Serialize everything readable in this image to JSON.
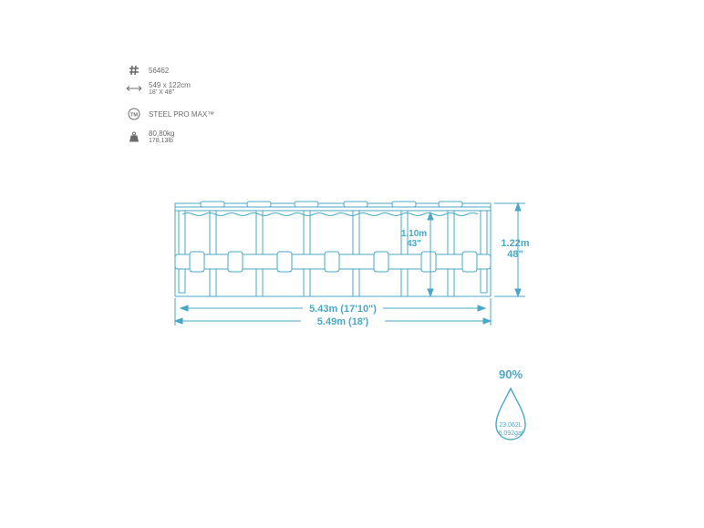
{
  "specs": {
    "model_number": "56462",
    "size_metric": "549 x 122cm",
    "size_imperial": "18' X 48''",
    "product_line": "STEEL PRO MAX™",
    "weight_metric": "80,80kg",
    "weight_imperial": "178,13lb",
    "icons": {
      "model": "hash-icon",
      "size": "double-arrow-icon",
      "brand": "trademark-icon",
      "weight": "weight-icon"
    },
    "trademark_icon_text": "TM"
  },
  "diagram": {
    "inner_height_m": "1.10m",
    "inner_height_in": "43\"",
    "outer_height_m": "1.22m",
    "outer_height_in": "48\"",
    "inner_width": "5.43m (17'10\")",
    "outer_width": "5.49m (18')",
    "line_color": "#4aa8c4"
  },
  "water": {
    "fill_percent": "90%",
    "capacity_liters": "23.062L",
    "capacity_gallons": "6.092gal",
    "color": "#4aa8c4"
  }
}
